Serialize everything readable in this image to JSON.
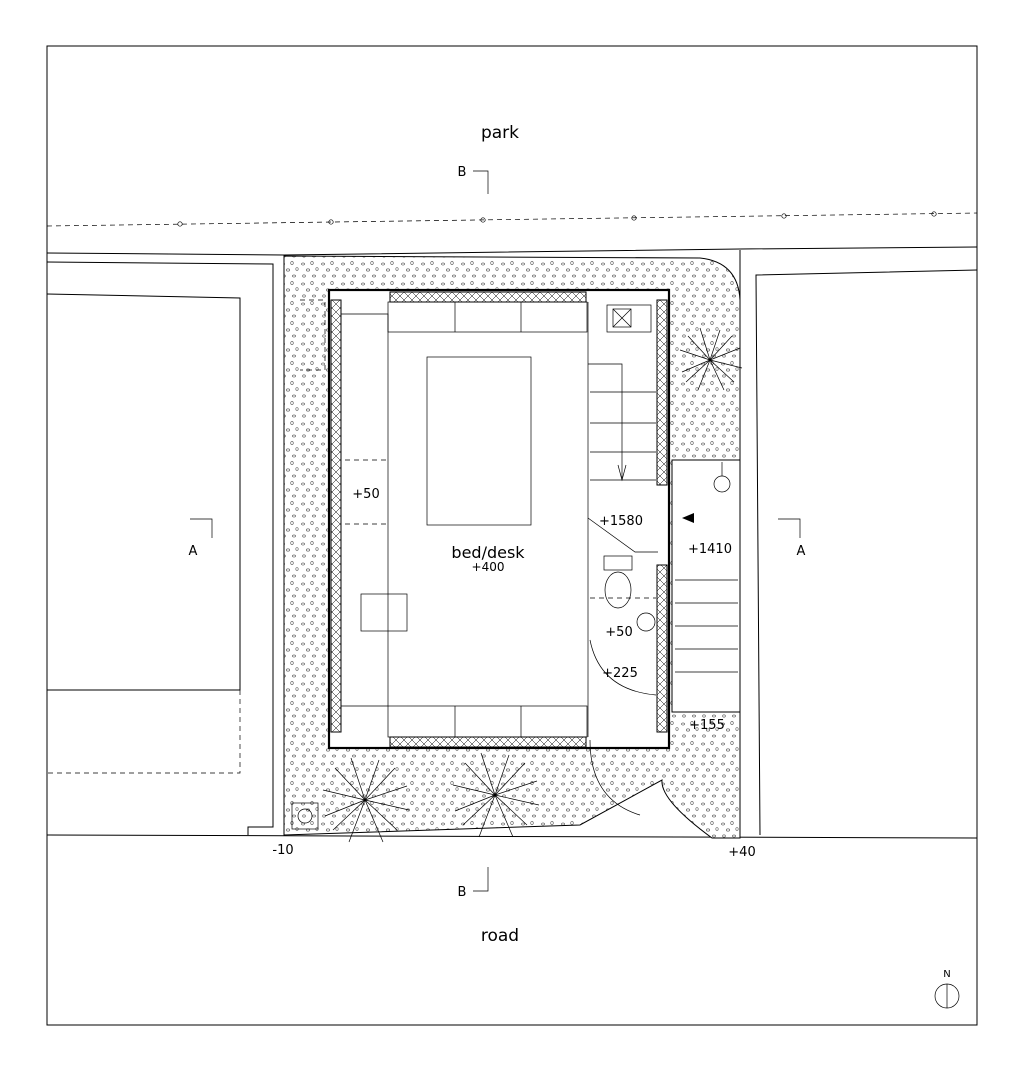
{
  "labels": {
    "park": "park",
    "road": "road",
    "room": "bed/desk",
    "room_level": "+400",
    "level_50_left": "+50",
    "level_1580": "+1580",
    "level_1410": "+1410",
    "level_50_right": "+50",
    "level_225": "+225",
    "level_155": "+155",
    "level_minus10": "-10",
    "level_40": "+40",
    "section_b_top": "B",
    "section_b_bottom": "B",
    "section_a_left": "A",
    "section_a_right": "A",
    "north": "N"
  },
  "icons": [
    "tree-icon",
    "north-arrow-icon",
    "entrance-arrow-icon",
    "sink-icon",
    "toilet-icon",
    "lamp-icon"
  ]
}
